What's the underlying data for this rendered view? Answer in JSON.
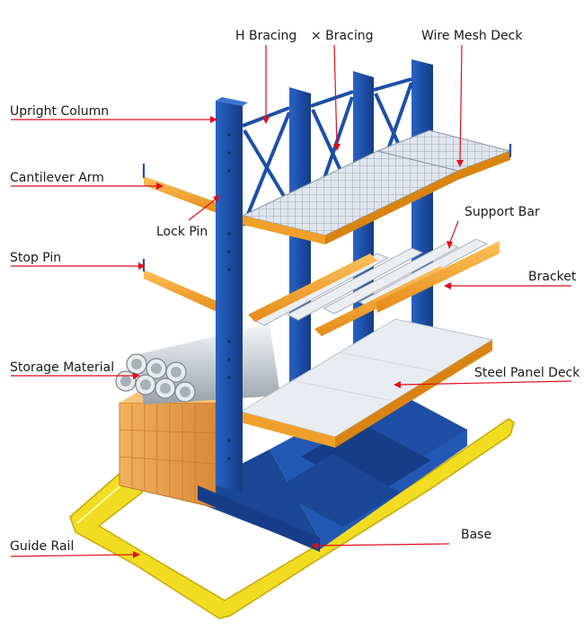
{
  "labels": {
    "h_bracing": "H Bracing",
    "x_bracing": "× Bracing",
    "wire_mesh_deck": "Wire Mesh Deck",
    "upright_column": "Upright Column",
    "cantilever_arm": "Cantilever Arm",
    "lock_pin": "Lock Pin",
    "support_bar": "Support Bar",
    "stop_pin": "Stop Pin",
    "bracket": "Bracket",
    "storage_material": "Storage Material",
    "steel_panel_deck": "Steel Panel Deck",
    "guide_rail": "Guide Rail",
    "base": "Base"
  },
  "colors": {
    "upright_blue": "#1d4fa8",
    "arm_orange": "#f0a02a",
    "guide_rail_yellow": "#f2dc22",
    "leader_red": "#e10f1a",
    "panel_grey": "#e9edf1",
    "wood_orange": "#e8a14a"
  }
}
